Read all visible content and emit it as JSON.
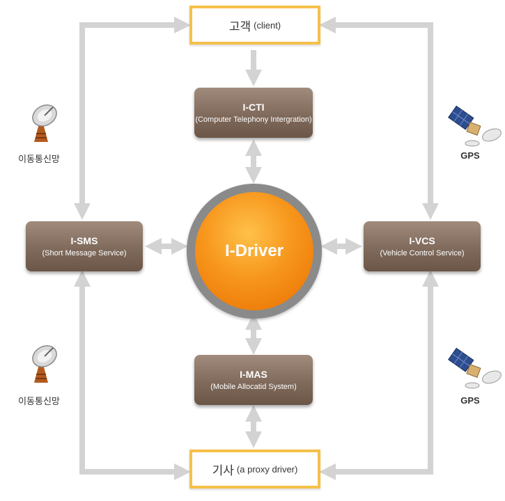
{
  "client": {
    "ko": "고객",
    "en": "(client)"
  },
  "driver": {
    "ko": "기사",
    "en": "(a proxy driver)"
  },
  "cti": {
    "title": "I-CTI",
    "sub": "(Computer Telephony Intergration)"
  },
  "sms": {
    "title": "I-SMS",
    "sub": "(Short Message Service)"
  },
  "vcs": {
    "title": "I-VCS",
    "sub": "(Vehicle Control Service)"
  },
  "mas": {
    "title": "I-MAS",
    "sub": "(Mobile Allocatid System)"
  },
  "hub": {
    "label": "I-Driver"
  },
  "left_icons": [
    {
      "label": "이동통신망",
      "icon": "satellite-dish-icon"
    },
    {
      "label": "이동통신망",
      "icon": "satellite-dish-icon"
    }
  ],
  "right_icons": [
    {
      "label": "GPS",
      "icon": "satellite-icon"
    },
    {
      "label": "GPS",
      "icon": "satellite-icon"
    }
  ],
  "colors": {
    "endpoint_border": "#f5c04a",
    "system_box": "#7f6a5c",
    "hub_ring": "#8a8a8a",
    "hub_fill": "#f7961c",
    "arrow": "#d3d3d3"
  }
}
